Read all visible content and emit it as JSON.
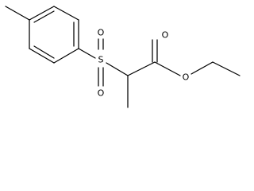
{
  "diagram": {
    "atoms": {
      "sulfur": "S",
      "sulfonyl_oxygen_top": "O",
      "sulfonyl_oxygen_bottom": "O",
      "carbonyl_oxygen": "O",
      "ester_oxygen": "O"
    }
  }
}
